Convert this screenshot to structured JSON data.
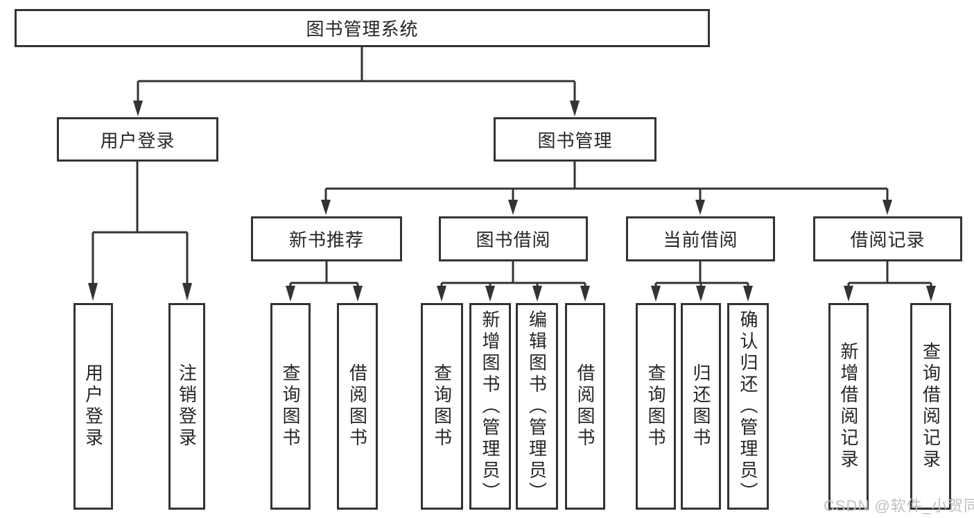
{
  "diagram": {
    "root": {
      "label": "图书管理系统"
    },
    "branches": [
      {
        "label": "用户登录",
        "children": [
          {
            "label": "用户登录"
          },
          {
            "label": "注销登录"
          }
        ]
      },
      {
        "label": "图书管理",
        "sections": [
          {
            "label": "新书推荐",
            "children": [
              {
                "label": "查询图书"
              },
              {
                "label": "借阅图书"
              }
            ]
          },
          {
            "label": "图书借阅",
            "children": [
              {
                "label": "查询图书"
              },
              {
                "label": "新增图书（管理员）"
              },
              {
                "label": "编辑图书（管理员）"
              },
              {
                "label": "借阅图书"
              }
            ]
          },
          {
            "label": "当前借阅",
            "children": [
              {
                "label": "查询图书"
              },
              {
                "label": "归还图书"
              },
              {
                "label": "确认归还（管理员）"
              }
            ]
          },
          {
            "label": "借阅记录",
            "children": [
              {
                "label": "新增借阅记录"
              },
              {
                "label": "查询借阅记录"
              }
            ]
          }
        ]
      }
    ]
  },
  "watermark": {
    "text": "CSDN @软件_小贺同学"
  },
  "colors": {
    "line": "#333333",
    "box_border": "#333333",
    "text": "#262626",
    "watermark": "#bdc1c5",
    "background": "#ffffff"
  }
}
